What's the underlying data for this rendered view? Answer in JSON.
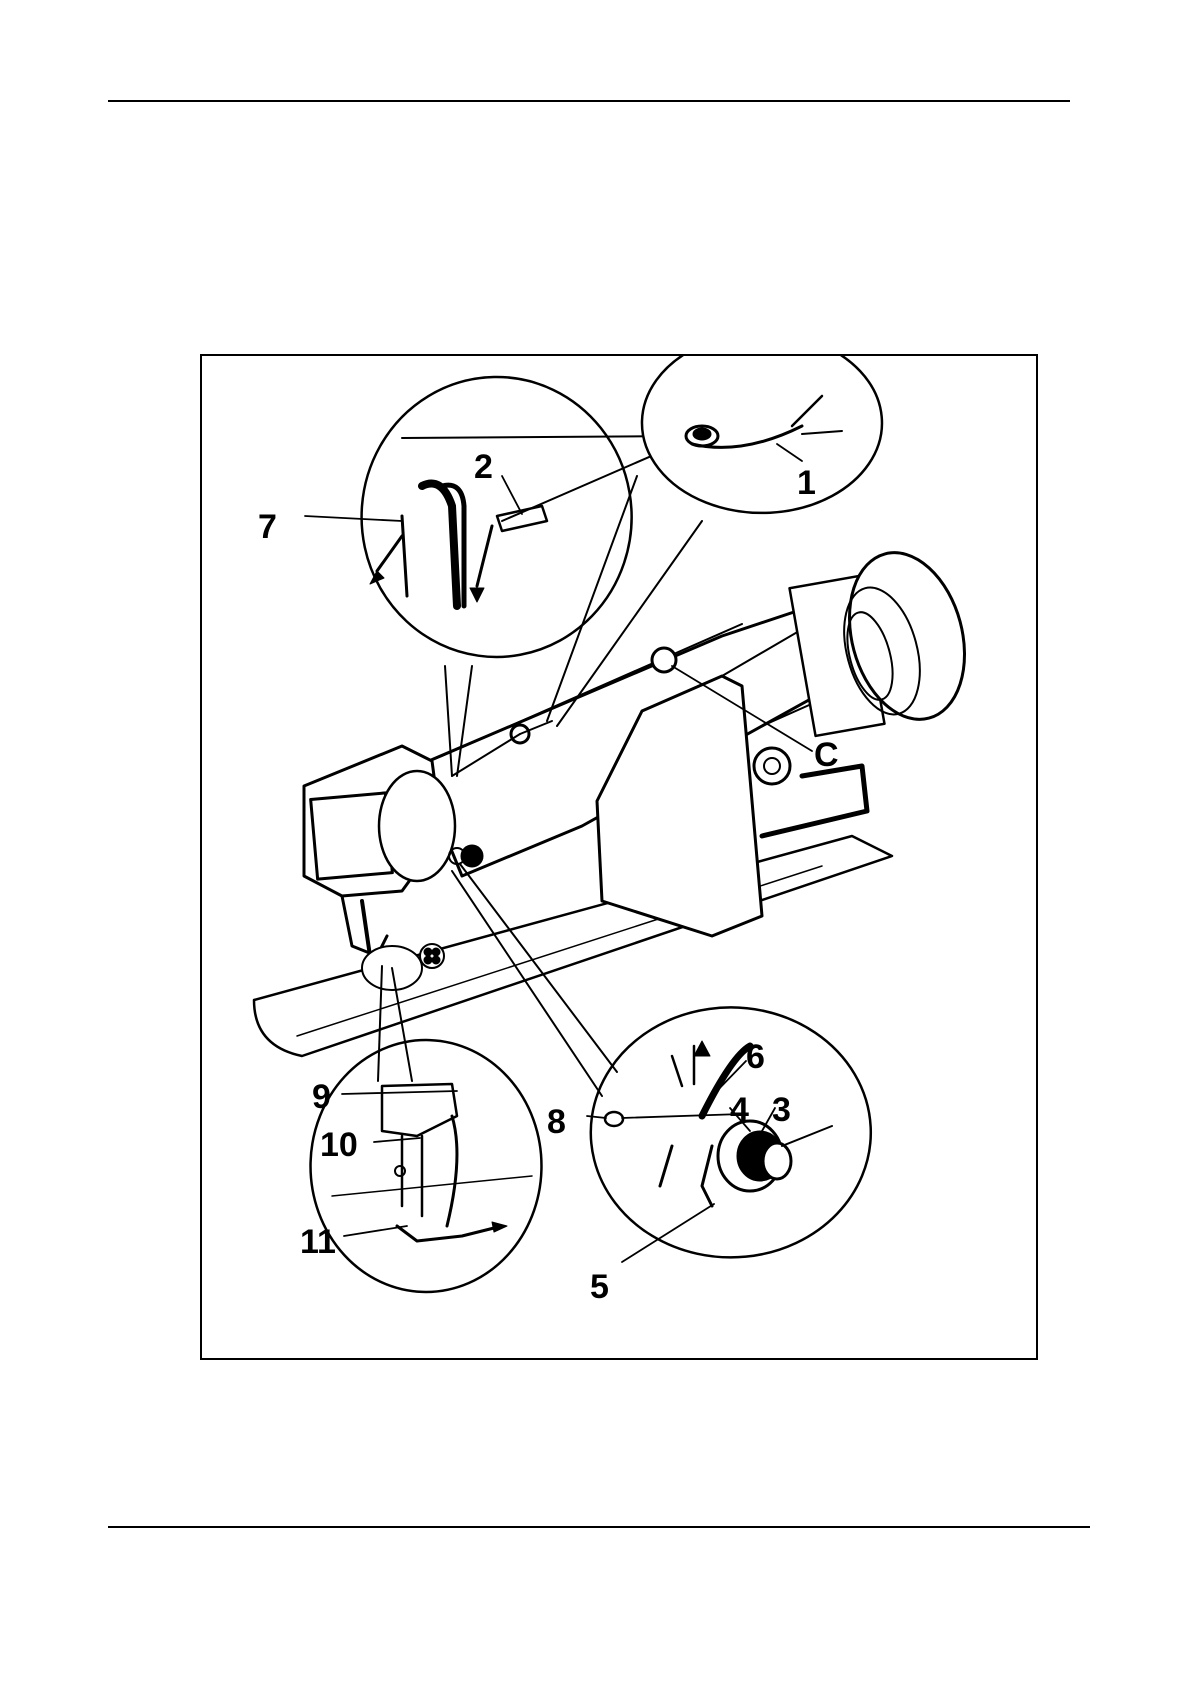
{
  "figure": {
    "callouts": {
      "c1": "1",
      "c2": "2",
      "c3": "3",
      "c4": "4",
      "c5": "5",
      "c6": "6",
      "c7": "7",
      "c8": "8",
      "c9": "9",
      "c10": "10",
      "c11": "11",
      "cC": "C"
    }
  }
}
